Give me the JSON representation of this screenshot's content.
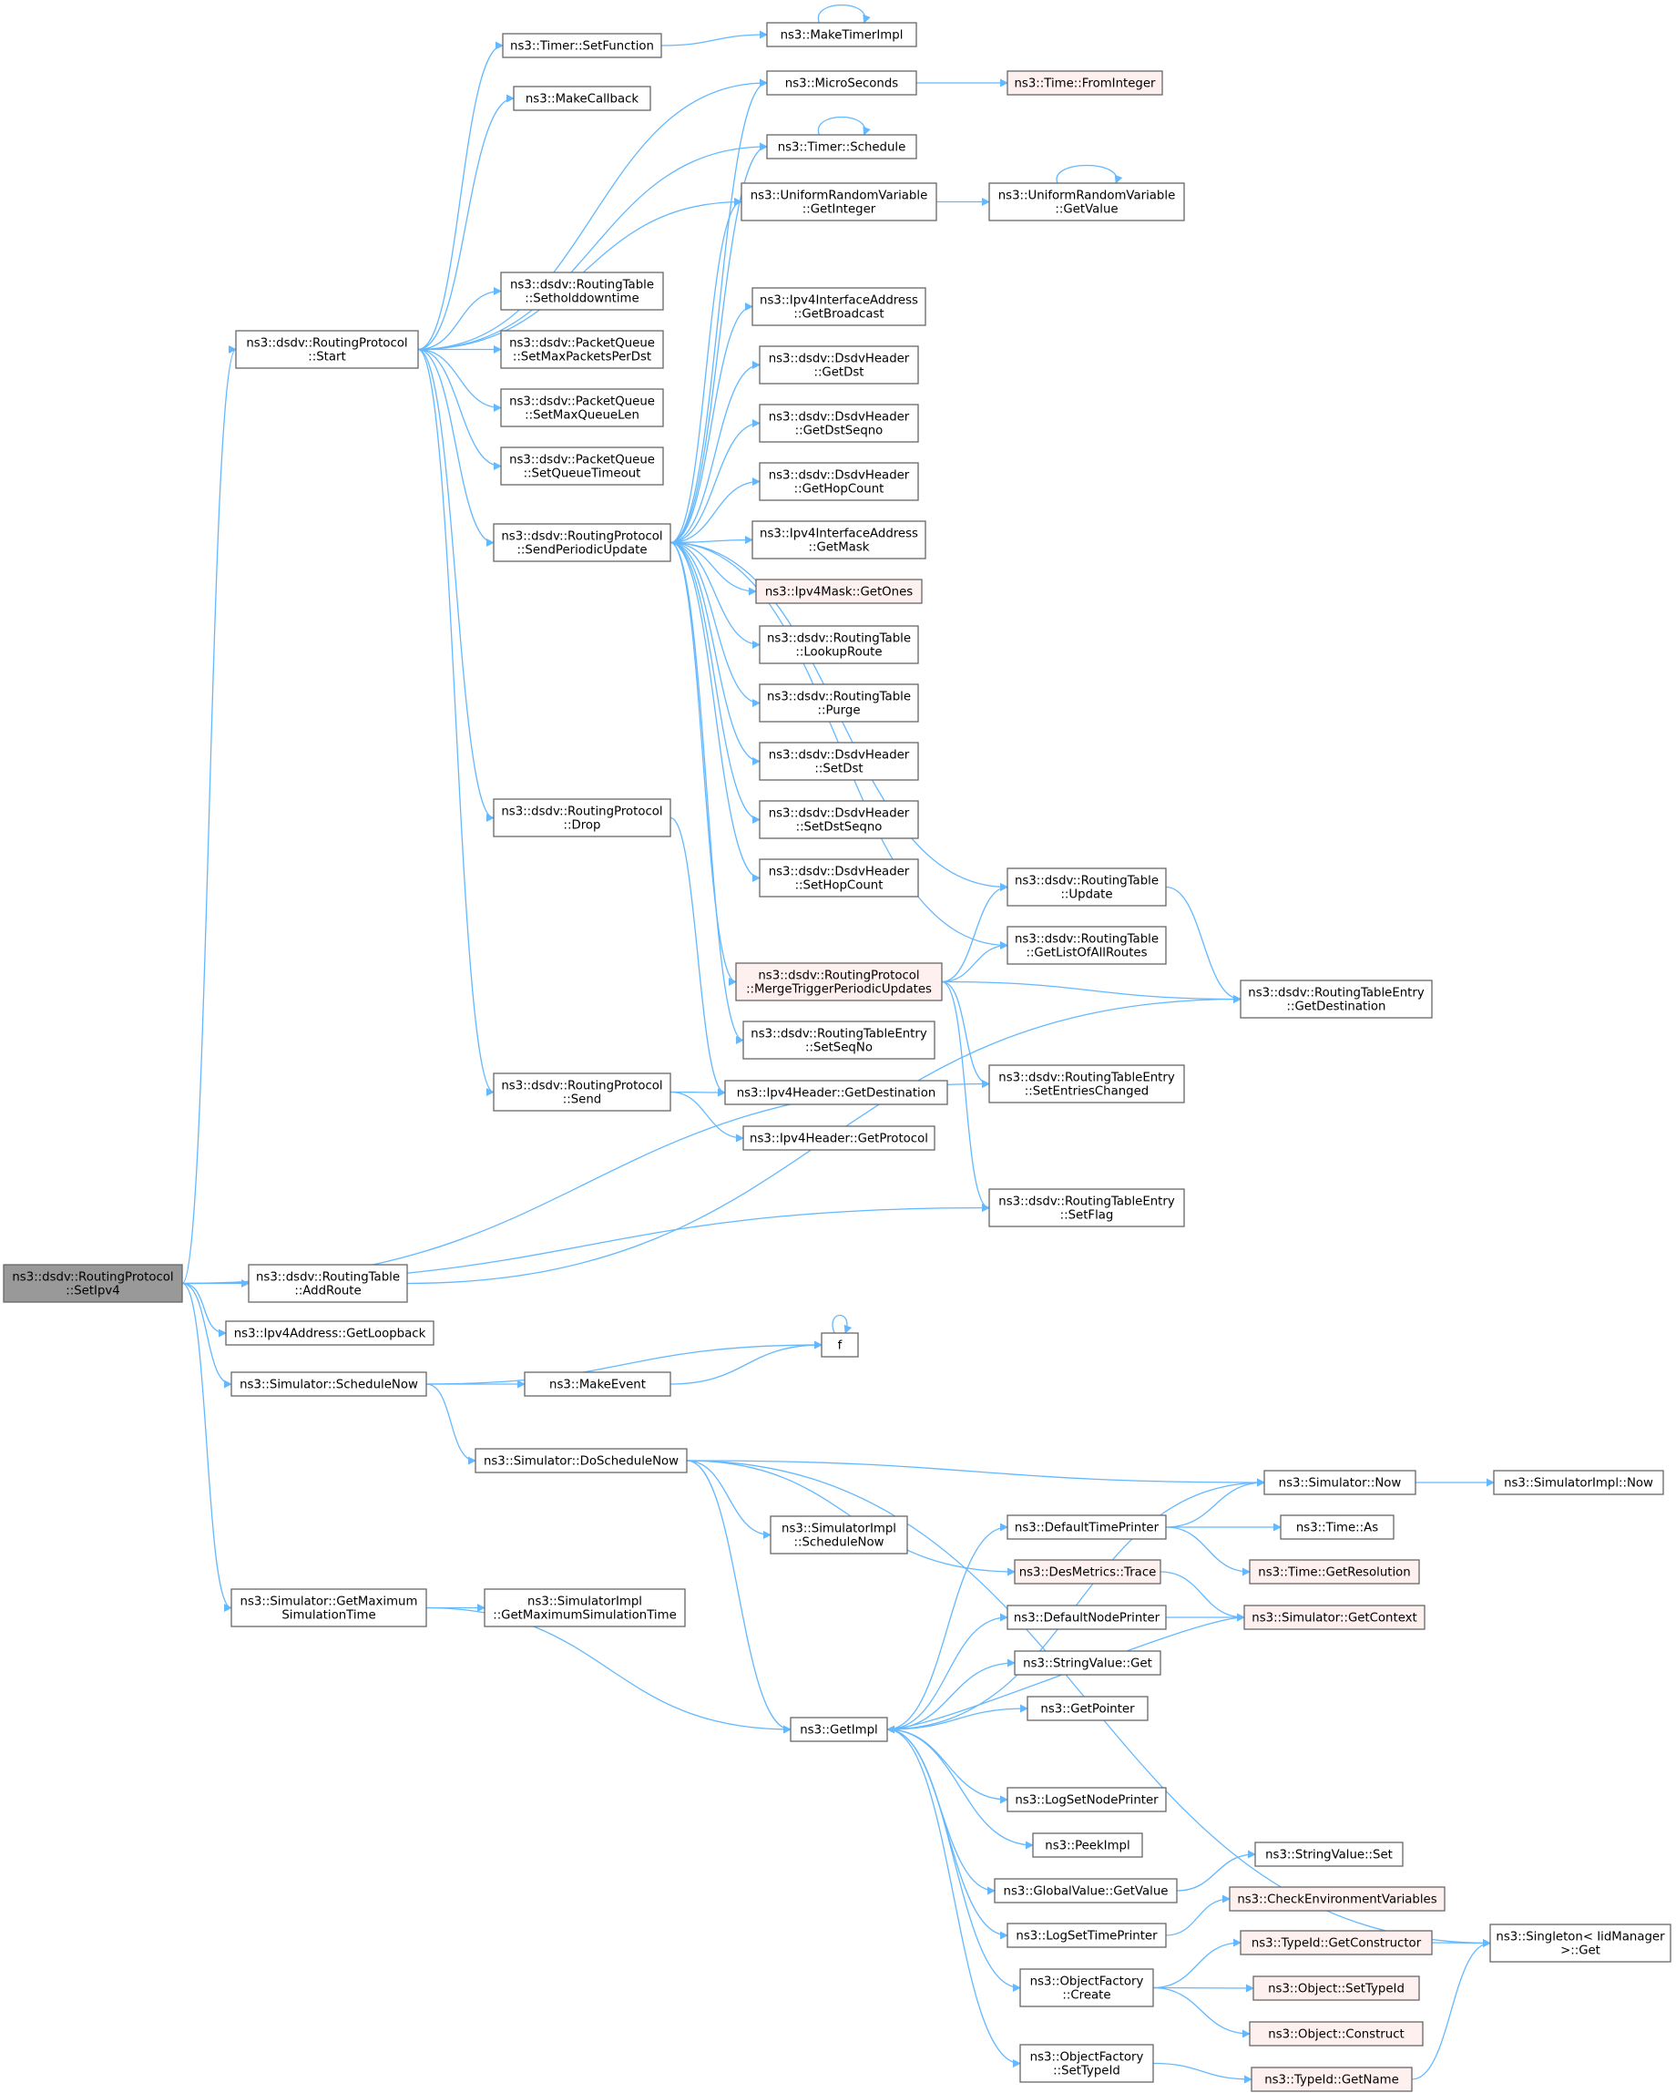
{
  "colors": {
    "edge": "#63b8ff",
    "node_fill": "#ffffff",
    "node_border": "#666666",
    "root_fill": "#999999",
    "missing_fill": "#fff0f0",
    "missing_border": "#ff0000"
  },
  "nodes": [
    {
      "id": "setipv4",
      "lines": [
        "ns3::dsdv::RoutingProtocol",
        "::SetIpv4"
      ],
      "style": "root"
    },
    {
      "id": "start",
      "lines": [
        "ns3::dsdv::RoutingProtocol",
        "::Start"
      ],
      "style": "normal"
    },
    {
      "id": "addroute",
      "lines": [
        "ns3::dsdv::RoutingTable",
        "::AddRoute"
      ],
      "style": "normal"
    },
    {
      "id": "getloopback",
      "lines": [
        "ns3::Ipv4Address::GetLoopback"
      ],
      "style": "normal"
    },
    {
      "id": "schedulenow",
      "lines": [
        "ns3::Simulator::ScheduleNow"
      ],
      "style": "normal"
    },
    {
      "id": "getmaxsim",
      "lines": [
        "ns3::Simulator::GetMaximum",
        "SimulationTime"
      ],
      "style": "normal"
    },
    {
      "id": "timersetfn",
      "lines": [
        "ns3::Timer::SetFunction"
      ],
      "style": "normal"
    },
    {
      "id": "makecallback",
      "lines": [
        "ns3::MakeCallback"
      ],
      "style": "normal"
    },
    {
      "id": "setholddown",
      "lines": [
        "ns3::dsdv::RoutingTable",
        "::Setholddowntime"
      ],
      "style": "normal"
    },
    {
      "id": "setmaxpkts",
      "lines": [
        "ns3::dsdv::PacketQueue",
        "::SetMaxPacketsPerDst"
      ],
      "style": "normal"
    },
    {
      "id": "setmaxqlen",
      "lines": [
        "ns3::dsdv::PacketQueue",
        "::SetMaxQueueLen"
      ],
      "style": "normal"
    },
    {
      "id": "setqtimeout",
      "lines": [
        "ns3::dsdv::PacketQueue",
        "::SetQueueTimeout"
      ],
      "style": "normal"
    },
    {
      "id": "sendperiodic",
      "lines": [
        "ns3::dsdv::RoutingProtocol",
        "::SendPeriodicUpdate"
      ],
      "style": "normal"
    },
    {
      "id": "drop",
      "lines": [
        "ns3::dsdv::RoutingProtocol",
        "::Drop"
      ],
      "style": "normal"
    },
    {
      "id": "send",
      "lines": [
        "ns3::dsdv::RoutingProtocol",
        "::Send"
      ],
      "style": "normal"
    },
    {
      "id": "maketimerimpl",
      "lines": [
        "ns3::MakeTimerImpl"
      ],
      "style": "normal"
    },
    {
      "id": "microseconds",
      "lines": [
        "ns3::MicroSeconds"
      ],
      "style": "normal"
    },
    {
      "id": "timerschedule",
      "lines": [
        "ns3::Timer::Schedule"
      ],
      "style": "normal"
    },
    {
      "id": "urvgetint",
      "lines": [
        "ns3::UniformRandomVariable",
        "::GetInteger"
      ],
      "style": "normal"
    },
    {
      "id": "ifgetbroadcast",
      "lines": [
        "ns3::Ipv4InterfaceAddress",
        "::GetBroadcast"
      ],
      "style": "normal"
    },
    {
      "id": "hdrgetdst",
      "lines": [
        "ns3::dsdv::DsdvHeader",
        "::GetDst"
      ],
      "style": "normal"
    },
    {
      "id": "hdrgetdstseqno",
      "lines": [
        "ns3::dsdv::DsdvHeader",
        "::GetDstSeqno"
      ],
      "style": "normal"
    },
    {
      "id": "hdrgethopcount",
      "lines": [
        "ns3::dsdv::DsdvHeader",
        "::GetHopCount"
      ],
      "style": "normal"
    },
    {
      "id": "ifgetmask",
      "lines": [
        "ns3::Ipv4InterfaceAddress",
        "::GetMask"
      ],
      "style": "normal"
    },
    {
      "id": "maskgetones",
      "lines": [
        "ns3::Ipv4Mask::GetOnes"
      ],
      "style": "missing"
    },
    {
      "id": "lookuproute",
      "lines": [
        "ns3::dsdv::RoutingTable",
        "::LookupRoute"
      ],
      "style": "normal"
    },
    {
      "id": "purge",
      "lines": [
        "ns3::dsdv::RoutingTable",
        "::Purge"
      ],
      "style": "normal"
    },
    {
      "id": "hdrsetdst",
      "lines": [
        "ns3::dsdv::DsdvHeader",
        "::SetDst"
      ],
      "style": "normal"
    },
    {
      "id": "hdrsetdstseqno",
      "lines": [
        "ns3::dsdv::DsdvHeader",
        "::SetDstSeqno"
      ],
      "style": "normal"
    },
    {
      "id": "hdrsethopcount",
      "lines": [
        "ns3::dsdv::DsdvHeader",
        "::SetHopCount"
      ],
      "style": "normal"
    },
    {
      "id": "mergetrigger",
      "lines": [
        "ns3::dsdv::RoutingProtocol",
        "::MergeTriggerPeriodicUpdates"
      ],
      "style": "missing"
    },
    {
      "id": "rtesetseqno",
      "lines": [
        "ns3::dsdv::RoutingTableEntry",
        "::SetSeqNo"
      ],
      "style": "normal"
    },
    {
      "id": "ipv4hdrgetdest",
      "lines": [
        "ns3::Ipv4Header::GetDestination"
      ],
      "style": "normal"
    },
    {
      "id": "ipv4hdrgetproto",
      "lines": [
        "ns3::Ipv4Header::GetProtocol"
      ],
      "style": "normal"
    },
    {
      "id": "timefrominteger",
      "lines": [
        "ns3::Time::FromInteger"
      ],
      "style": "missing"
    },
    {
      "id": "urvgetvalue",
      "lines": [
        "ns3::UniformRandomVariable",
        "::GetValue"
      ],
      "style": "normal"
    },
    {
      "id": "rtupdate",
      "lines": [
        "ns3::dsdv::RoutingTable",
        "::Update"
      ],
      "style": "normal"
    },
    {
      "id": "rtgetlist",
      "lines": [
        "ns3::dsdv::RoutingTable",
        "::GetListOfAllRoutes"
      ],
      "style": "normal"
    },
    {
      "id": "rtegetdest",
      "lines": [
        "ns3::dsdv::RoutingTableEntry",
        "::GetDestination"
      ],
      "style": "normal"
    },
    {
      "id": "rtesetentries",
      "lines": [
        "ns3::dsdv::RoutingTableEntry",
        "::SetEntriesChanged"
      ],
      "style": "normal"
    },
    {
      "id": "rtesetflag",
      "lines": [
        "ns3::dsdv::RoutingTableEntry",
        "::SetFlag"
      ],
      "style": "normal"
    },
    {
      "id": "f",
      "lines": [
        "f"
      ],
      "style": "normal"
    },
    {
      "id": "makeevent",
      "lines": [
        "ns3::MakeEvent"
      ],
      "style": "normal"
    },
    {
      "id": "doschedulenow",
      "lines": [
        "ns3::Simulator::DoScheduleNow"
      ],
      "style": "normal"
    },
    {
      "id": "simimplschednow",
      "lines": [
        "ns3::SimulatorImpl",
        "::ScheduleNow"
      ],
      "style": "normal"
    },
    {
      "id": "simimplgetmax",
      "lines": [
        "ns3::SimulatorImpl",
        "::GetMaximumSimulationTime"
      ],
      "style": "normal"
    },
    {
      "id": "getimpl",
      "lines": [
        "ns3::GetImpl"
      ],
      "style": "normal"
    },
    {
      "id": "simnow",
      "lines": [
        "ns3::Simulator::Now"
      ],
      "style": "normal"
    },
    {
      "id": "simimplnow",
      "lines": [
        "ns3::SimulatorImpl::Now"
      ],
      "style": "normal"
    },
    {
      "id": "deftimeprinter",
      "lines": [
        "ns3::DefaultTimePrinter"
      ],
      "style": "normal"
    },
    {
      "id": "timeas",
      "lines": [
        "ns3::Time::As"
      ],
      "style": "normal"
    },
    {
      "id": "timegetres",
      "lines": [
        "ns3::Time::GetResolution"
      ],
      "style": "missing"
    },
    {
      "id": "desmetrics",
      "lines": [
        "ns3::DesMetrics::Trace"
      ],
      "style": "missing"
    },
    {
      "id": "defnodeprinter",
      "lines": [
        "ns3::DefaultNodePrinter"
      ],
      "style": "normal"
    },
    {
      "id": "simgetcontext",
      "lines": [
        "ns3::Simulator::GetContext"
      ],
      "style": "missing"
    },
    {
      "id": "stringvalueget",
      "lines": [
        "ns3::StringValue::Get"
      ],
      "style": "normal"
    },
    {
      "id": "getpointer",
      "lines": [
        "ns3::GetPointer"
      ],
      "style": "normal"
    },
    {
      "id": "logsetnodeprinter",
      "lines": [
        "ns3::LogSetNodePrinter"
      ],
      "style": "normal"
    },
    {
      "id": "peekimpl",
      "lines": [
        "ns3::PeekImpl"
      ],
      "style": "normal"
    },
    {
      "id": "globalvaluegetvalue",
      "lines": [
        "ns3::GlobalValue::GetValue"
      ],
      "style": "normal"
    },
    {
      "id": "stringvalueset",
      "lines": [
        "ns3::StringValue::Set"
      ],
      "style": "normal"
    },
    {
      "id": "logsettimeprinter",
      "lines": [
        "ns3::LogSetTimePrinter"
      ],
      "style": "normal"
    },
    {
      "id": "checkenv",
      "lines": [
        "ns3::CheckEnvironmentVariables"
      ],
      "style": "missing"
    },
    {
      "id": "objfactorycreate",
      "lines": [
        "ns3::ObjectFactory",
        "::Create"
      ],
      "style": "normal"
    },
    {
      "id": "typeidgetctor",
      "lines": [
        "ns3::TypeId::GetConstructor"
      ],
      "style": "missing"
    },
    {
      "id": "singletonget",
      "lines": [
        "ns3::Singleton< IidManager",
        ">::Get"
      ],
      "style": "normal"
    },
    {
      "id": "objectsettypeid",
      "lines": [
        "ns3::Object::SetTypeId"
      ],
      "style": "missing"
    },
    {
      "id": "objectconstruct",
      "lines": [
        "ns3::Object::Construct"
      ],
      "style": "missing"
    },
    {
      "id": "objfactorysettypeid",
      "lines": [
        "ns3::ObjectFactory",
        "::SetTypeId"
      ],
      "style": "normal"
    },
    {
      "id": "typeidgetname",
      "lines": [
        "ns3::TypeId::GetName"
      ],
      "style": "missing"
    }
  ],
  "edges": [
    [
      "setipv4",
      "start"
    ],
    [
      "setipv4",
      "addroute"
    ],
    [
      "setipv4",
      "getloopback"
    ],
    [
      "setipv4",
      "schedulenow"
    ],
    [
      "setipv4",
      "getmaxsim"
    ],
    [
      "setipv4",
      "rtesetentries"
    ],
    [
      "setipv4",
      "rtesetflag"
    ],
    [
      "start",
      "timersetfn"
    ],
    [
      "start",
      "makecallback"
    ],
    [
      "start",
      "microseconds"
    ],
    [
      "start",
      "timerschedule"
    ],
    [
      "start",
      "urvgetint"
    ],
    [
      "start",
      "setholddown"
    ],
    [
      "start",
      "setmaxpkts"
    ],
    [
      "start",
      "setmaxqlen"
    ],
    [
      "start",
      "setqtimeout"
    ],
    [
      "start",
      "sendperiodic"
    ],
    [
      "start",
      "drop"
    ],
    [
      "start",
      "send"
    ],
    [
      "timersetfn",
      "maketimerimpl"
    ],
    [
      "maketimerimpl",
      "maketimerimpl"
    ],
    [
      "microseconds",
      "timefrominteger"
    ],
    [
      "timerschedule",
      "timerschedule"
    ],
    [
      "urvgetint",
      "urvgetvalue"
    ],
    [
      "urvgetvalue",
      "urvgetvalue"
    ],
    [
      "sendperiodic",
      "microseconds"
    ],
    [
      "sendperiodic",
      "timerschedule"
    ],
    [
      "sendperiodic",
      "urvgetint"
    ],
    [
      "sendperiodic",
      "ifgetbroadcast"
    ],
    [
      "sendperiodic",
      "hdrgetdst"
    ],
    [
      "sendperiodic",
      "hdrgetdstseqno"
    ],
    [
      "sendperiodic",
      "hdrgethopcount"
    ],
    [
      "sendperiodic",
      "ifgetmask"
    ],
    [
      "sendperiodic",
      "maskgetones"
    ],
    [
      "sendperiodic",
      "lookuproute"
    ],
    [
      "sendperiodic",
      "purge"
    ],
    [
      "sendperiodic",
      "hdrsetdst"
    ],
    [
      "sendperiodic",
      "hdrsetdstseqno"
    ],
    [
      "sendperiodic",
      "hdrsethopcount"
    ],
    [
      "sendperiodic",
      "rtupdate"
    ],
    [
      "sendperiodic",
      "rtgetlist"
    ],
    [
      "sendperiodic",
      "mergetrigger"
    ],
    [
      "sendperiodic",
      "rtesetseqno"
    ],
    [
      "mergetrigger",
      "rtupdate"
    ],
    [
      "mergetrigger",
      "rtgetlist"
    ],
    [
      "mergetrigger",
      "rtegetdest"
    ],
    [
      "mergetrigger",
      "rtesetentries"
    ],
    [
      "mergetrigger",
      "rtesetflag"
    ],
    [
      "rtupdate",
      "rtegetdest"
    ],
    [
      "drop",
      "ipv4hdrgetdest"
    ],
    [
      "send",
      "ipv4hdrgetdest"
    ],
    [
      "send",
      "ipv4hdrgetproto"
    ],
    [
      "addroute",
      "rtegetdest"
    ],
    [
      "schedulenow",
      "f"
    ],
    [
      "schedulenow",
      "makeevent"
    ],
    [
      "schedulenow",
      "doschedulenow"
    ],
    [
      "makeevent",
      "f"
    ],
    [
      "f",
      "f"
    ],
    [
      "doschedulenow",
      "simimplschednow"
    ],
    [
      "doschedulenow",
      "getimpl"
    ],
    [
      "doschedulenow",
      "simnow"
    ],
    [
      "doschedulenow",
      "desmetrics"
    ],
    [
      "doschedulenow",
      "singletonget"
    ],
    [
      "getmaxsim",
      "simimplgetmax"
    ],
    [
      "getmaxsim",
      "getimpl"
    ],
    [
      "getimpl",
      "simnow"
    ],
    [
      "getimpl",
      "deftimeprinter"
    ],
    [
      "getimpl",
      "defnodeprinter"
    ],
    [
      "getimpl",
      "stringvalueget"
    ],
    [
      "getimpl",
      "getpointer"
    ],
    [
      "getimpl",
      "logsetnodeprinter"
    ],
    [
      "getimpl",
      "peekimpl"
    ],
    [
      "getimpl",
      "globalvaluegetvalue"
    ],
    [
      "getimpl",
      "logsettimeprinter"
    ],
    [
      "getimpl",
      "objfactorycreate"
    ],
    [
      "getimpl",
      "objfactorysettypeid"
    ],
    [
      "simnow",
      "simimplnow"
    ],
    [
      "deftimeprinter",
      "simnow"
    ],
    [
      "deftimeprinter",
      "timeas"
    ],
    [
      "deftimeprinter",
      "timegetres"
    ],
    [
      "desmetrics",
      "simgetcontext"
    ],
    [
      "defnodeprinter",
      "simgetcontext"
    ],
    [
      "simgetcontext",
      "getimpl"
    ],
    [
      "globalvaluegetvalue",
      "stringvalueset"
    ],
    [
      "logsettimeprinter",
      "checkenv"
    ],
    [
      "objfactorycreate",
      "typeidgetctor"
    ],
    [
      "objfactorycreate",
      "objectsettypeid"
    ],
    [
      "objfactorycreate",
      "objectconstruct"
    ],
    [
      "typeidgetctor",
      "singletonget"
    ],
    [
      "objfactorysettypeid",
      "typeidgetname"
    ],
    [
      "typeidgetname",
      "singletonget"
    ]
  ]
}
